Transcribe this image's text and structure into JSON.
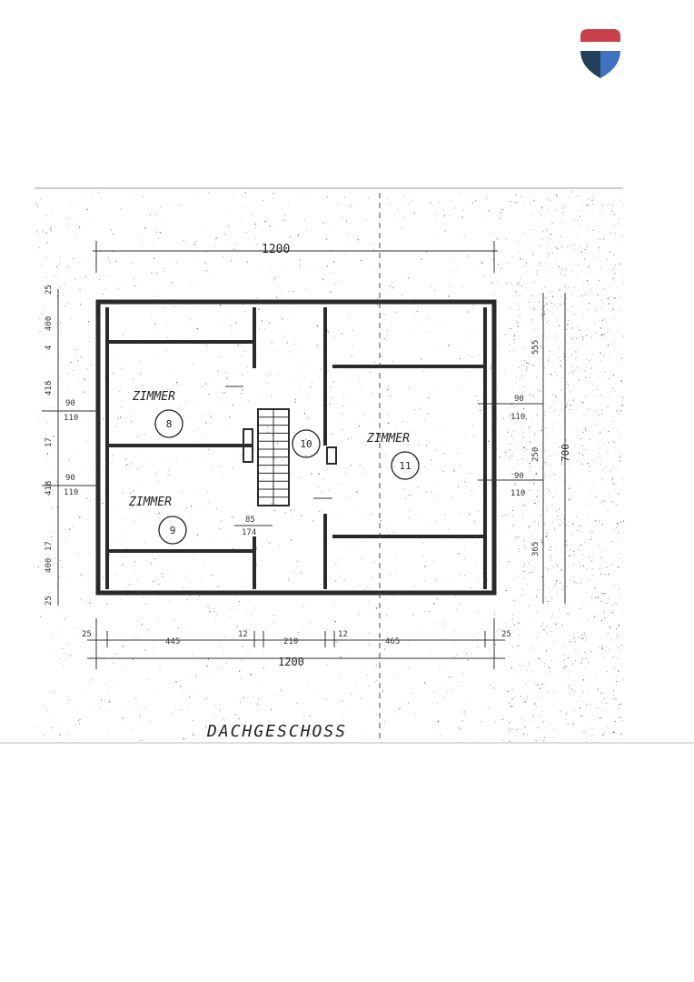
{
  "plan": {
    "title": "DACHGESCHOSS",
    "colors": {
      "line": "#2a2a2a",
      "paper": "#ffffff",
      "noise": "#555555"
    },
    "rooms": [
      {
        "id": "r8",
        "label": "ZIMMER",
        "number": "8"
      },
      {
        "id": "r9",
        "label": "ZIMMER",
        "number": "9"
      },
      {
        "id": "r10",
        "label": "",
        "number": "10"
      },
      {
        "id": "r11",
        "label": "ZIMMER",
        "number": "11"
      }
    ],
    "dims": {
      "top_total": "1200",
      "bottom_total": "1200",
      "bottom_parts": [
        "25",
        "445",
        "12",
        "210",
        "12",
        "465",
        "25"
      ],
      "left_stack": [
        "25",
        "400",
        "4",
        "418",
        "17",
        "418",
        "17",
        "400",
        "25"
      ],
      "left_window_a": [
        "90",
        "110"
      ],
      "left_window_b": [
        "90",
        "110"
      ],
      "right_window_a": [
        "90",
        "110"
      ],
      "right_window_b": [
        "90",
        "110"
      ],
      "right_stack": [
        "555",
        "250",
        "365"
      ],
      "right_total": "700",
      "stair": [
        "85",
        "174"
      ]
    }
  }
}
